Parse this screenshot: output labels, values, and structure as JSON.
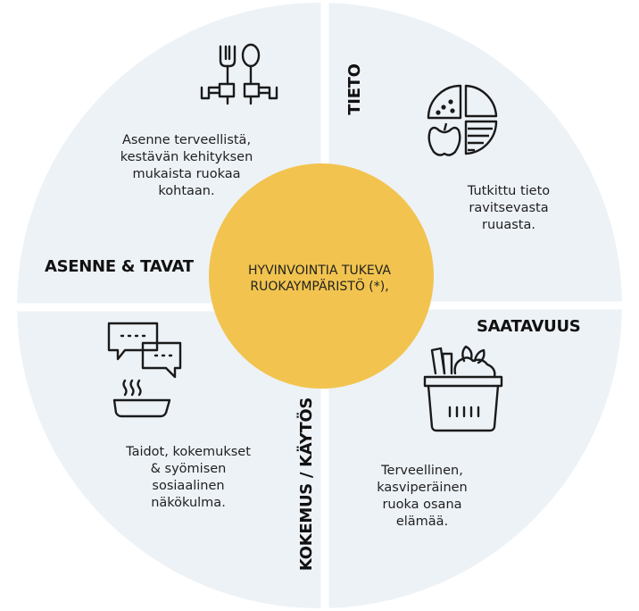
{
  "colors": {
    "quadrant": "#edf2f7",
    "center": "#f2c44f",
    "divider": "#ffffff",
    "icon": "#1a1a1a"
  },
  "center": {
    "line1": "HYVINVOINTIA TUKEVA",
    "line2": "RUOKAYMPÄRISTÖ (*),"
  },
  "quadrants": {
    "asenne": {
      "heading": "ASENNE & TAVAT",
      "icon": "fork-spoon-hands-icon",
      "lines": [
        "Asenne terveellistä,",
        "kestävän kehityksen",
        "mukaista ruokaa",
        "kohtaan."
      ]
    },
    "tieto": {
      "heading": "TIETO",
      "icon": "food-pie-chart-icon",
      "lines": [
        "Tutkittu tieto",
        "ravitsevasta",
        "ruuasta."
      ]
    },
    "saatavuus": {
      "heading": "SAATAVUUS",
      "icon": "vegetable-basket-icon",
      "lines": [
        "Terveellinen,",
        "kasviperäinen",
        "ruoka osana",
        "elämää."
      ]
    },
    "kokemus": {
      "heading": "KOKEMUS / KÄYTÖS",
      "icon": "speech-bubbles-food-icon",
      "lines": [
        "Taidot, kokemukset",
        "& syömisen",
        "sosiaalinen",
        "näkökulma."
      ]
    }
  }
}
